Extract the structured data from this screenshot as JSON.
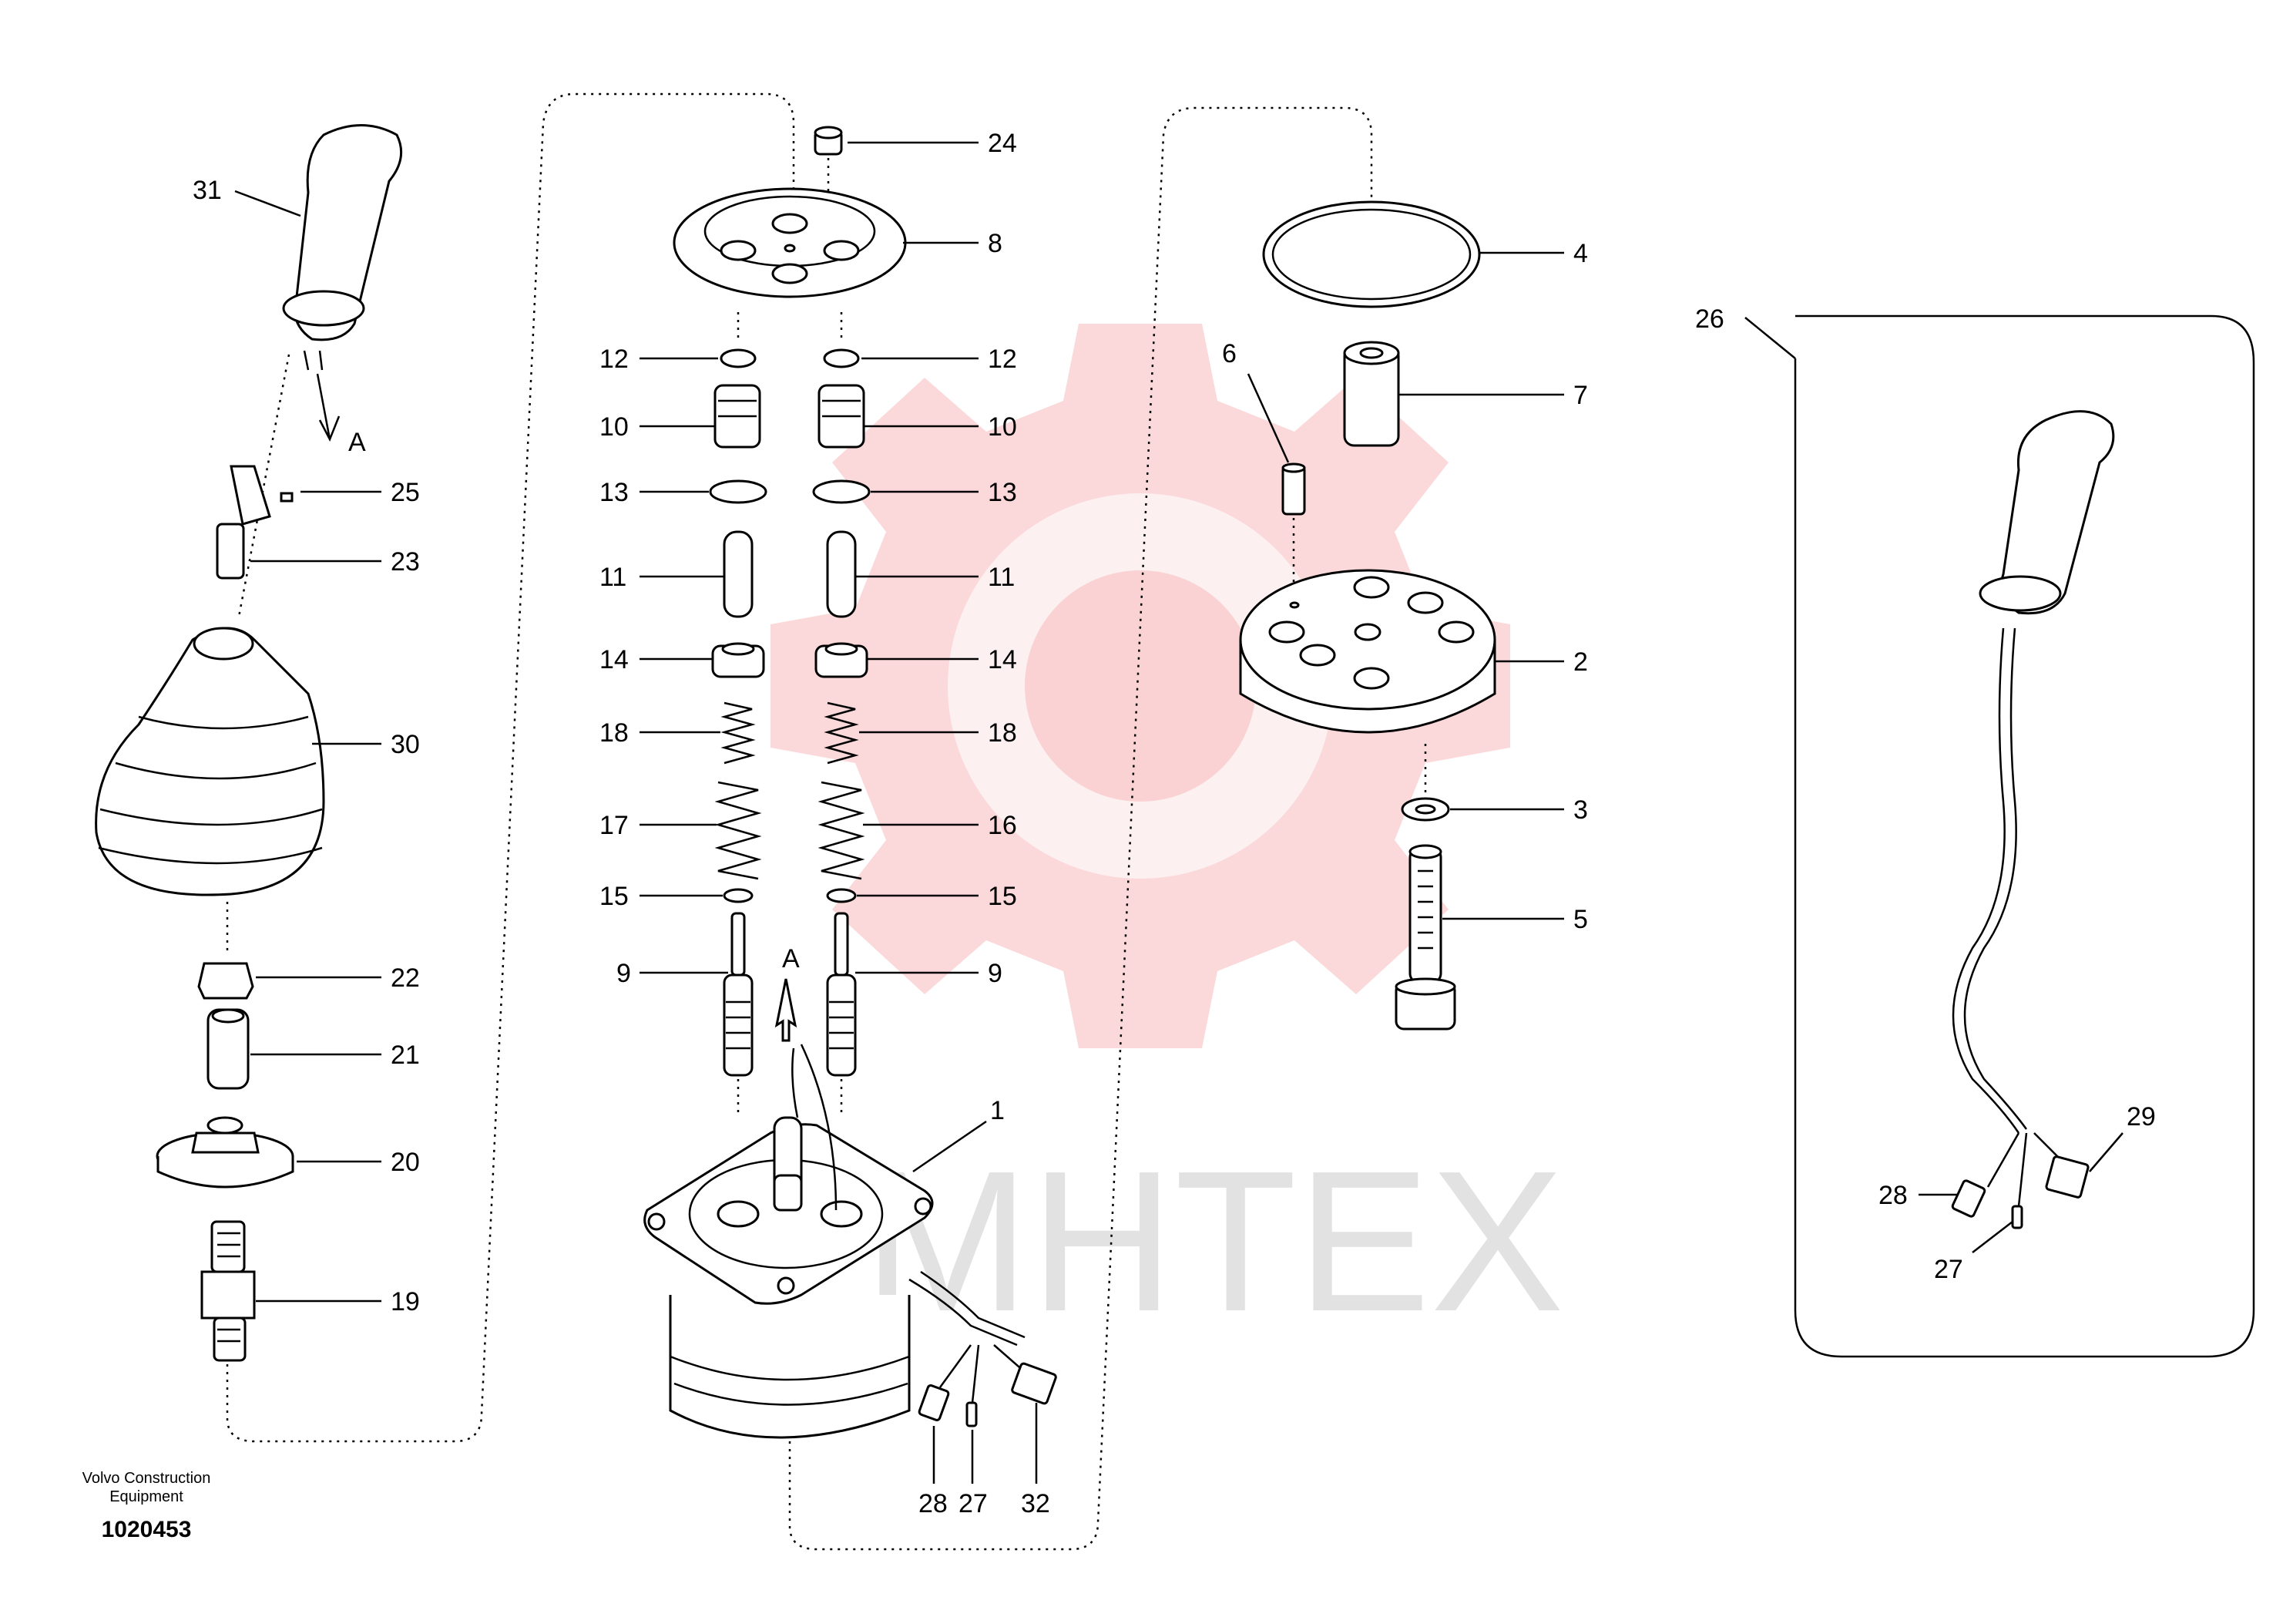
{
  "watermark": "MHTEX",
  "footer": {
    "company": "Volvo Construction Equipment",
    "code": "1020453"
  },
  "view_marker": "A",
  "callouts": {
    "c1": "1",
    "c2": "2",
    "c3": "3",
    "c4": "4",
    "c5": "5",
    "c6": "6",
    "c7": "7",
    "c8": "8",
    "c9L": "9",
    "c9R": "9",
    "c10L": "10",
    "c10R": "10",
    "c11L": "11",
    "c11R": "11",
    "c12L": "12",
    "c12R": "12",
    "c13L": "13",
    "c13R": "13",
    "c14L": "14",
    "c14R": "14",
    "c15L": "15",
    "c15R": "15",
    "c16": "16",
    "c17": "17",
    "c18L": "18",
    "c18R": "18",
    "c19": "19",
    "c20": "20",
    "c21": "21",
    "c22": "22",
    "c23": "23",
    "c24": "24",
    "c25": "25",
    "c26": "26",
    "c27a": "27",
    "c27b": "27",
    "c28a": "28",
    "c28b": "28",
    "c29": "29",
    "c30": "30",
    "c31": "31",
    "c32": "32"
  },
  "colors": {
    "watermark_red": "#f7b9bc",
    "watermark_gray": "#e2e2e2",
    "line": "#000000"
  }
}
